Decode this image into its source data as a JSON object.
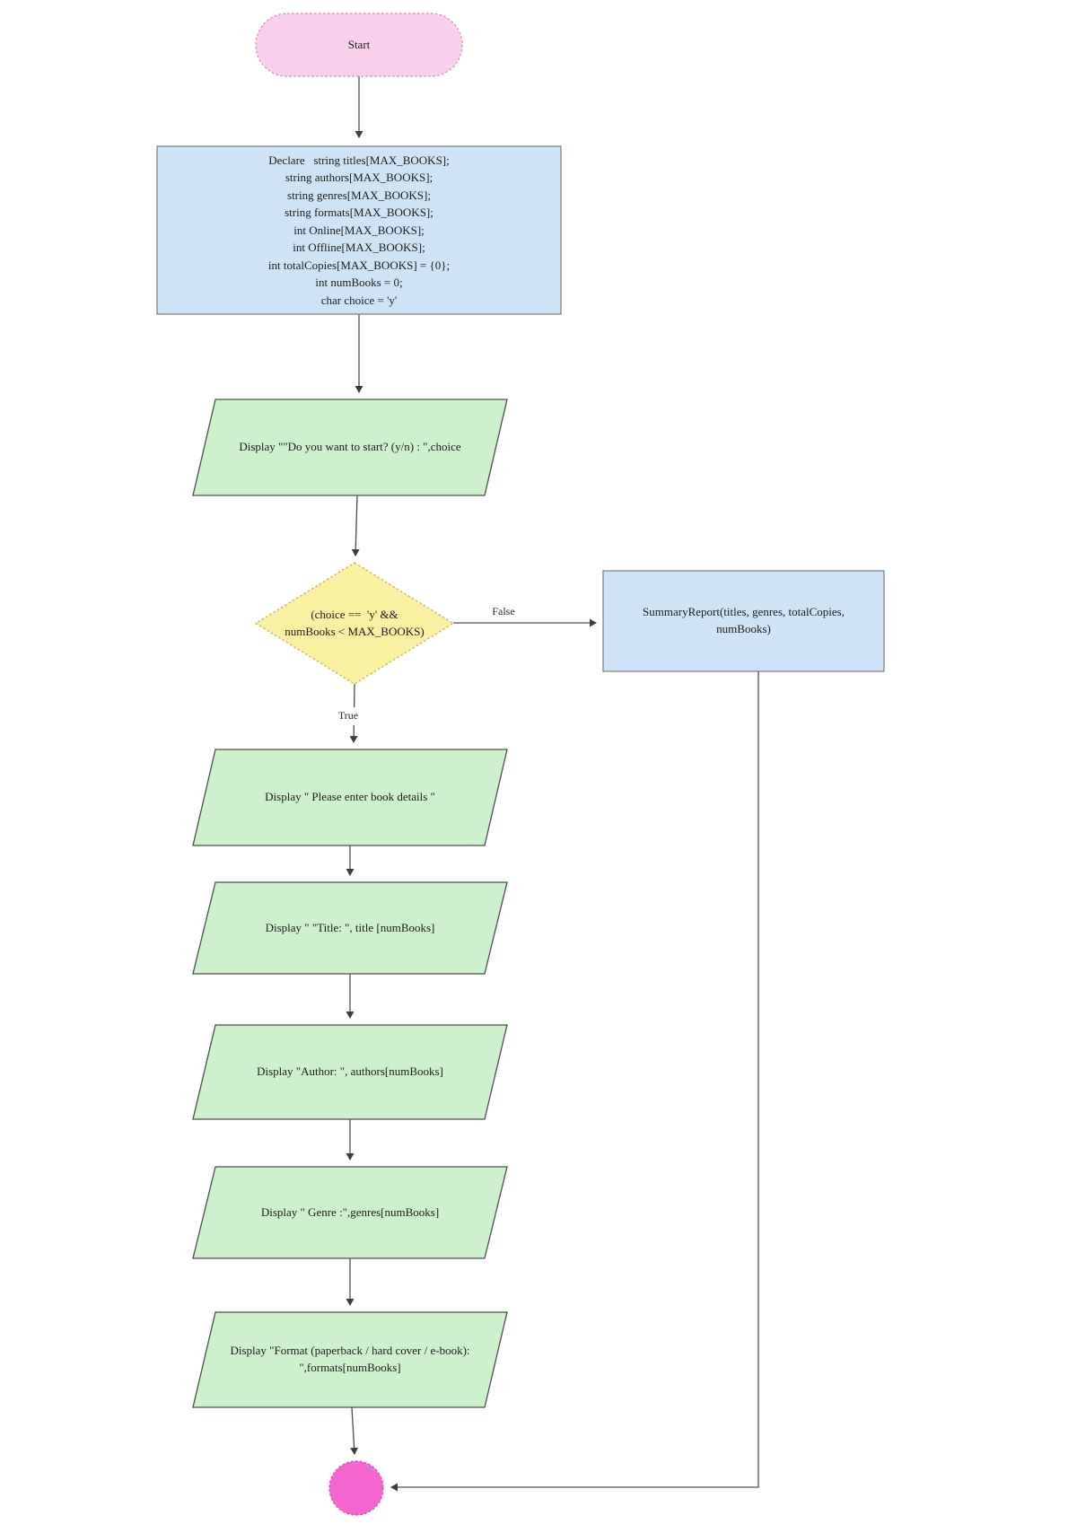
{
  "diagram": {
    "nodes": {
      "start": {
        "label": "Start",
        "shape": "terminator"
      },
      "declare": {
        "label": "Declare   string titles[MAX_BOOKS];\nstring authors[MAX_BOOKS];\nstring genres[MAX_BOOKS];\nstring formats[MAX_BOOKS];\nint Online[MAX_BOOKS];\nint Offline[MAX_BOOKS];\nint totalCopies[MAX_BOOKS] = {0};\nint numBooks = 0;\nchar choice = 'y'",
        "shape": "process"
      },
      "ask_start": {
        "label": "Display \"\"Do you want to start? (y/n) : \",choice",
        "shape": "input-output"
      },
      "loop_condition": {
        "label": "(choice ==  'y' &&\nnumBooks < MAX_BOOKS)",
        "shape": "decision"
      },
      "summary_report": {
        "label": "SummaryReport(titles, genres, totalCopies,\nnumBooks)",
        "shape": "process"
      },
      "prompt_details": {
        "label": "Display \" Please enter book details \"",
        "shape": "input-output"
      },
      "prompt_title": {
        "label": "Display \" \"Title: \", title [numBooks]",
        "shape": "input-output"
      },
      "prompt_author": {
        "label": "Display \"Author: \", authors[numBooks]",
        "shape": "input-output"
      },
      "prompt_genre": {
        "label": "Display \" Genre :\",genres[numBooks]",
        "shape": "input-output"
      },
      "prompt_format": {
        "label": "Display \"Format (paperback / hard cover / e-book):\n\",formats[numBooks]",
        "shape": "input-output"
      },
      "end": {
        "label": "",
        "shape": "end-circle"
      }
    },
    "edge_labels": {
      "false": "False",
      "true": "True"
    },
    "colors": {
      "terminator_fill": "#f8d0ec",
      "terminator_stroke": "#cf9ac0",
      "process_fill": "#cfe3f7",
      "process_stroke": "#7a7a7a",
      "io_fill": "#cdf0cd",
      "io_stroke": "#4f4f4f",
      "decision_fill": "#f9f0a2",
      "decision_stroke": "#c9b758",
      "end_fill": "#f466cf",
      "end_stroke": "#d457ab",
      "edge": "#4d4d4d"
    }
  }
}
